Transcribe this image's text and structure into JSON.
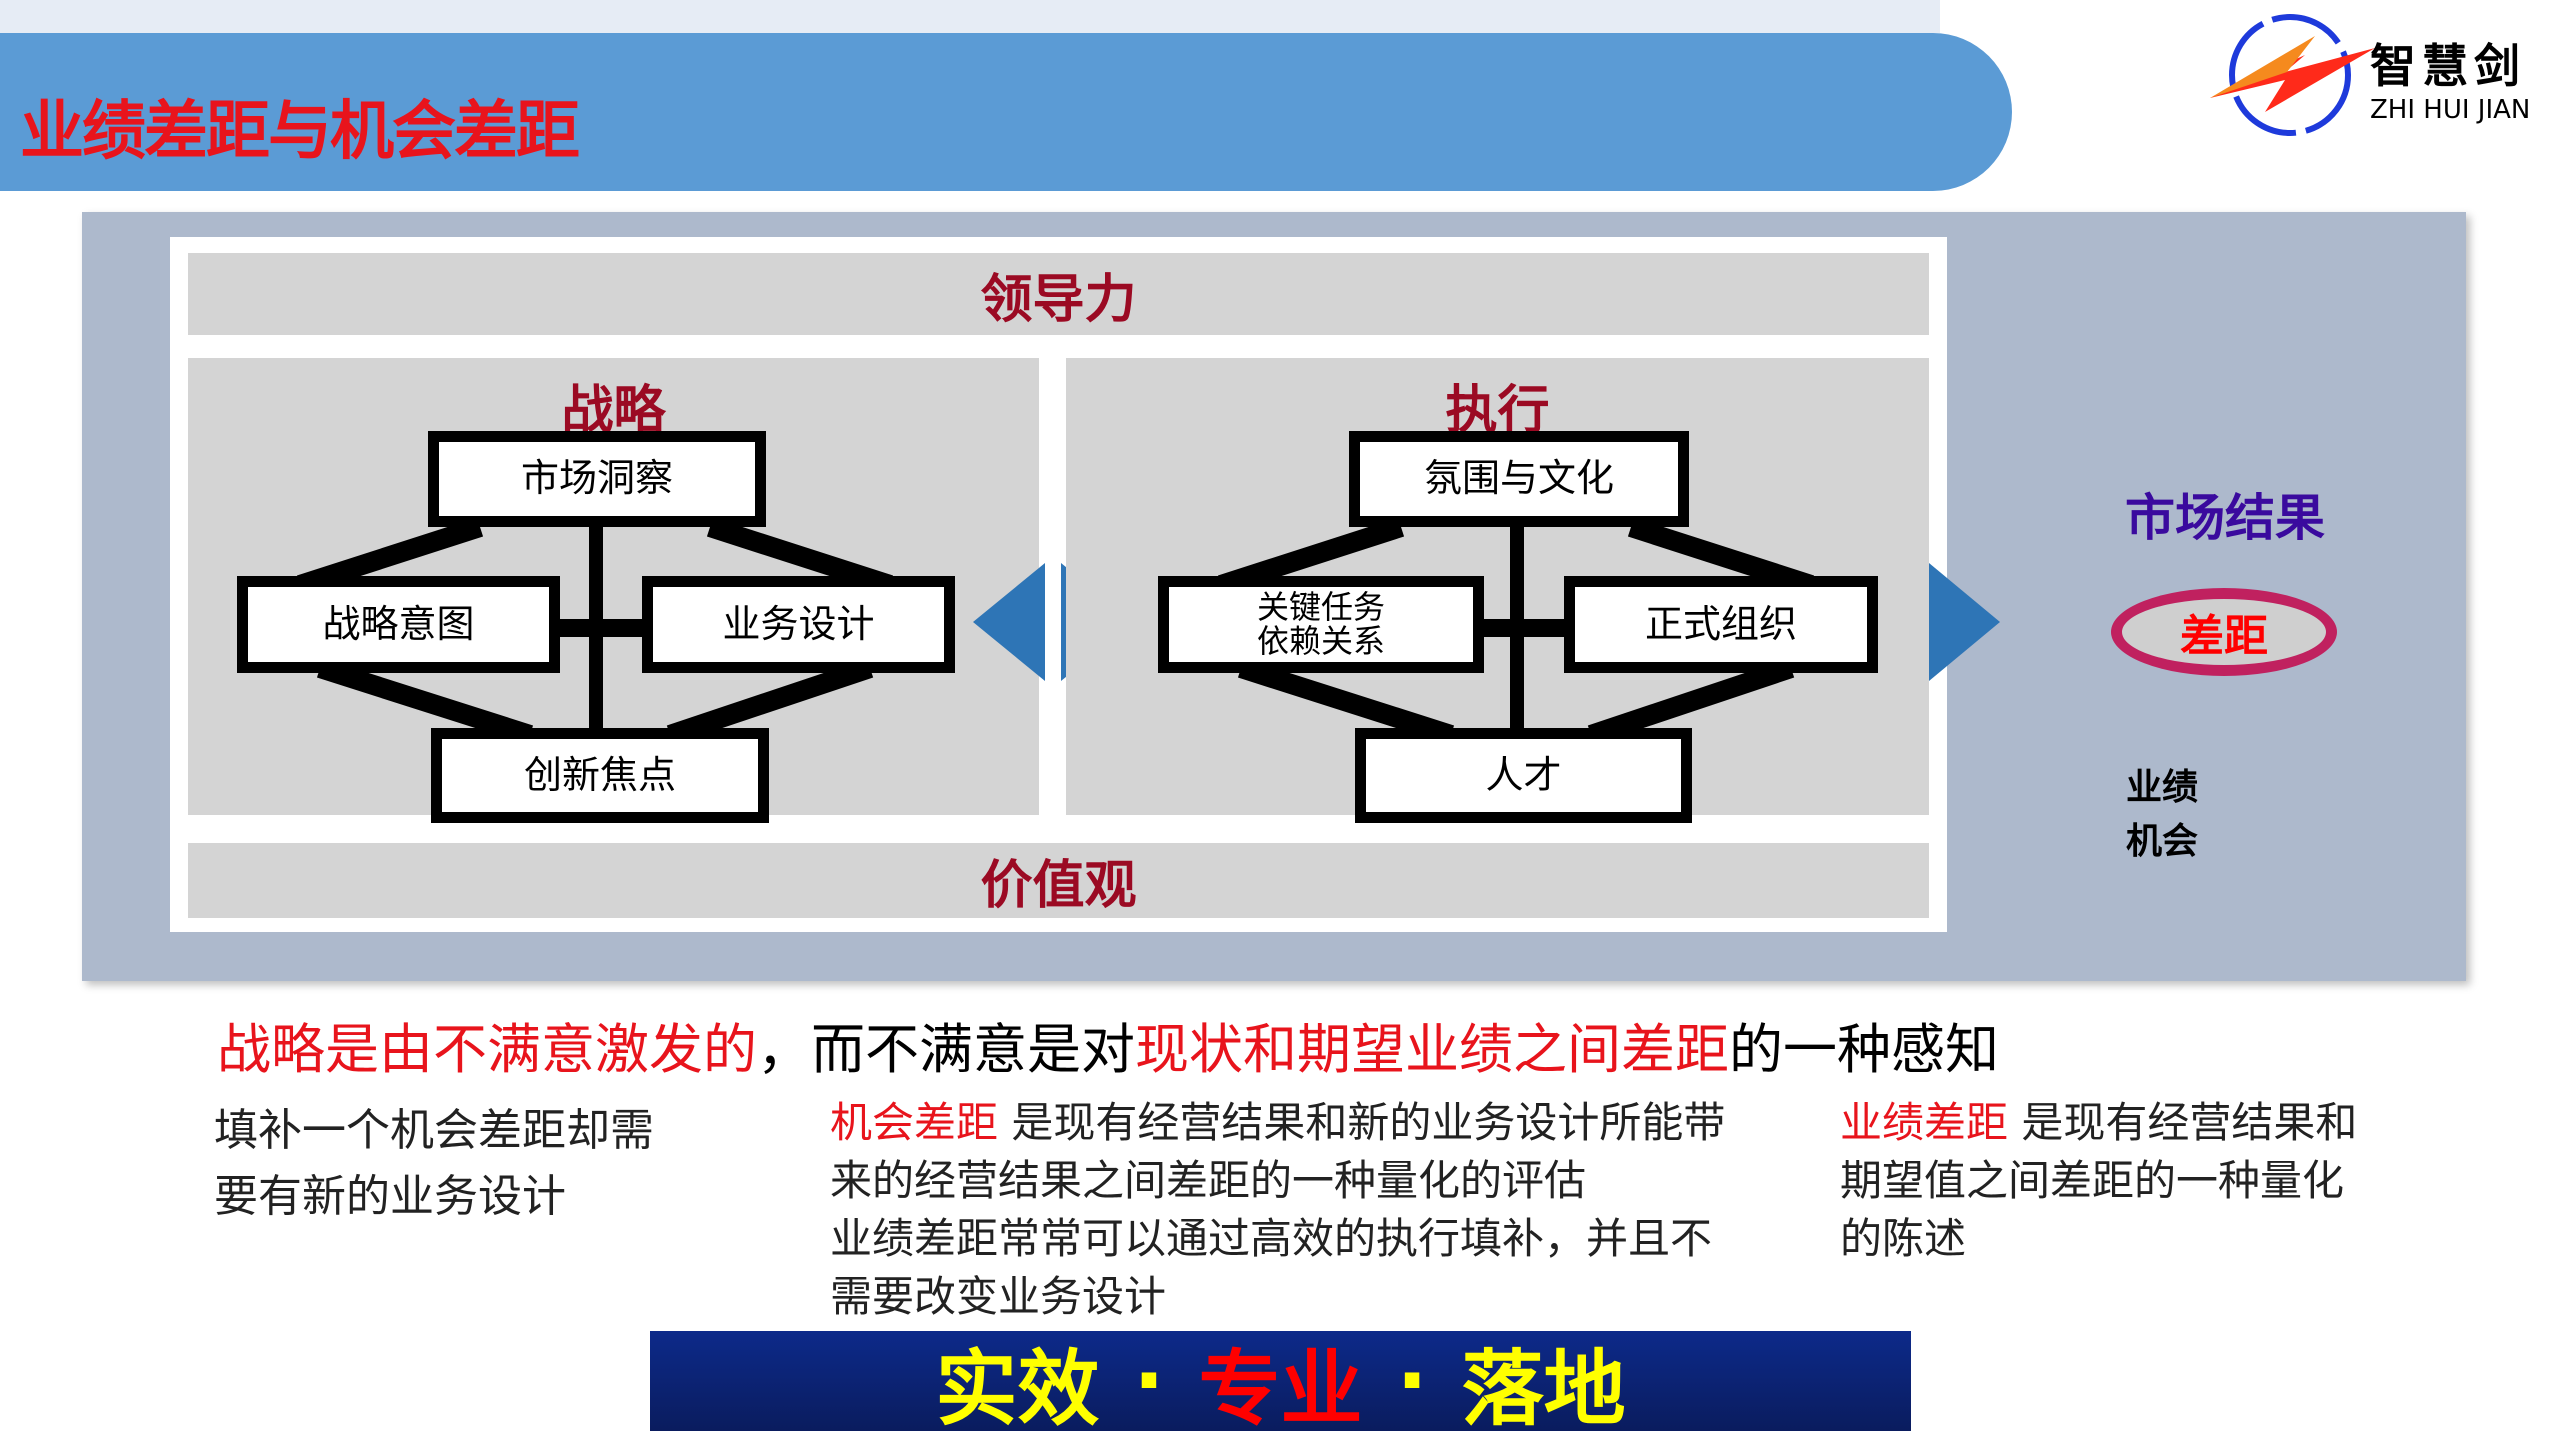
{
  "header": {
    "title": "业绩差距与机会差距"
  },
  "logo": {
    "cn": "智慧剑",
    "en": "ZHI HUI JIAN"
  },
  "diagram": {
    "top_bar": "领导力",
    "bottom_bar": "价值观",
    "strategy": {
      "title": "战略",
      "boxes": [
        "市场洞察",
        "战略意图",
        "业务设计",
        "创新焦点"
      ]
    },
    "execution": {
      "title": "执行",
      "boxes": [
        "氛围与文化",
        "关键任务\n依赖关系",
        "正式组织",
        "人才"
      ]
    },
    "result": {
      "title": "市场结果",
      "gap": "差距",
      "labels": [
        "业绩",
        "机会"
      ]
    },
    "colors": {
      "panel": "#adb9cc",
      "arrow": "#2e75b6",
      "header_red": "#9b0a23"
    }
  },
  "sentence": {
    "part1": "战略是由不满意激发的",
    "part2": "，而不满意是对",
    "part3": "现状和期望业绩之间差距",
    "part4": "的一种感知"
  },
  "columns": {
    "left": [
      "填补一个机会差距却需",
      "要有新的业务设计"
    ],
    "middle": {
      "term": "机会差距",
      "lines": [
        " 是现有经营结果和新的业务设计所能带",
        "来的经营结果之间差距的一种量化的评估",
        "业绩差距常常可以通过高效的执行填补，并且不",
        "需要改变业务设计"
      ]
    },
    "right": {
      "term": "业绩差距",
      "lines": [
        " 是现有经营结果和",
        "期望值之间差距的一种量化",
        "的陈述"
      ]
    }
  },
  "footer": {
    "a": "实效",
    "dot1": "·",
    "b": "专业",
    "dot2": "·",
    "c": "落地"
  }
}
